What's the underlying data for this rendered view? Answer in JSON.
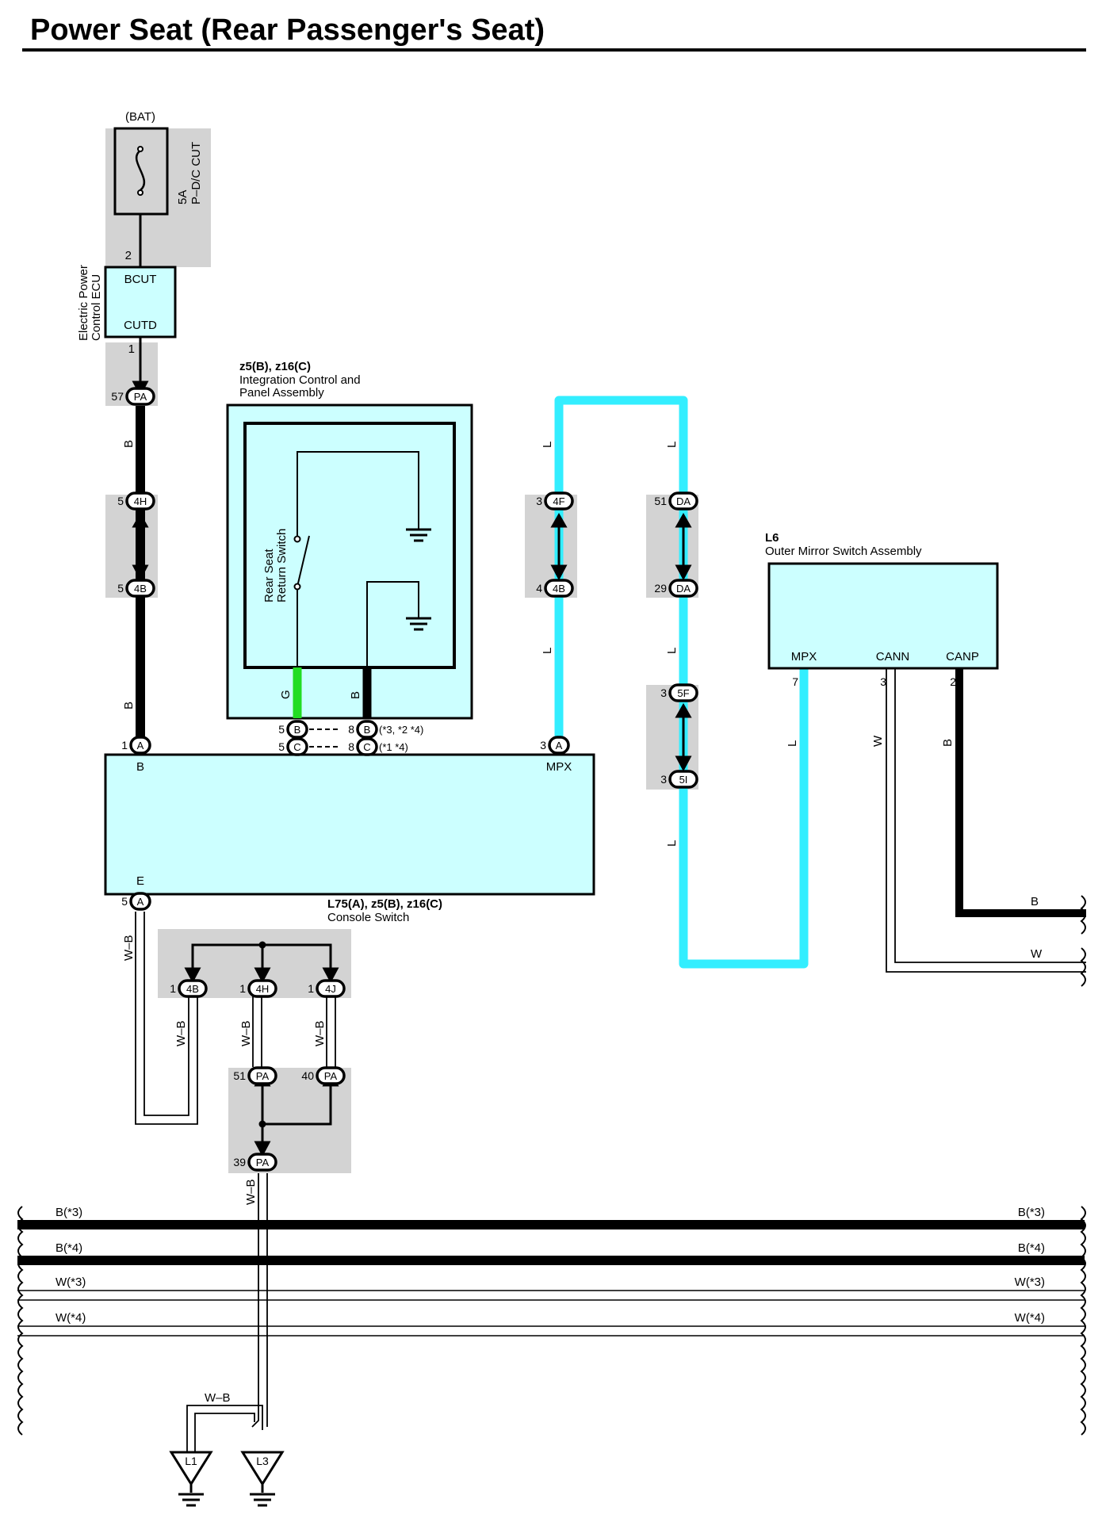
{
  "title": "Power Seat (Rear Passenger's Seat)",
  "fuse": {
    "source": "(BAT)",
    "rating": "5A",
    "name": "P–D/C CUT"
  },
  "ecu": {
    "name_line1": "Electric Power",
    "name_line2": "Control ECU",
    "pin_top_label": "BCUT",
    "pin_bottom_label": "CUTD",
    "pin_top_number": "2",
    "pin_bottom_number": "1"
  },
  "integration_panel": {
    "code": "z5(B), z16(C)",
    "name_line1": "Integration Control and",
    "name_line2": "Panel Assembly",
    "switch_line1": "Rear Seat",
    "switch_line2": "Return Switch",
    "wire_left": "G",
    "wire_right": "B"
  },
  "console_switch": {
    "code": "L75(A), z5(B), z16(C)",
    "name": "Console Switch",
    "terminal_b": "B",
    "terminal_mpx": "MPX",
    "terminal_e": "E",
    "pin_b": "1",
    "pin_e": "5",
    "pin_mpx": "3"
  },
  "mirror_switch": {
    "code": "L6",
    "name": "Outer Mirror Switch Assembly",
    "terminals": [
      "MPX",
      "CANN",
      "CANP"
    ],
    "pins": [
      "7",
      "3",
      "2"
    ]
  },
  "connectors": {
    "pa57": {
      "num": "57",
      "id": "PA"
    },
    "c4h": {
      "num": "5",
      "id": "4H"
    },
    "c4b": {
      "num": "5",
      "id": "4B"
    },
    "cA1": {
      "num": "1",
      "id": "A"
    },
    "cB5": {
      "num": "5",
      "id": "B"
    },
    "cC5": {
      "num": "5",
      "id": "C"
    },
    "cB8": {
      "num": "8",
      "id": "B"
    },
    "cC8": {
      "num": "8",
      "id": "C"
    },
    "cA3": {
      "num": "3",
      "id": "A"
    },
    "cA5": {
      "num": "5",
      "id": "A"
    },
    "c4f3": {
      "num": "3",
      "id": "4F"
    },
    "c4b4": {
      "num": "4",
      "id": "4B"
    },
    "da51": {
      "num": "51",
      "id": "DA"
    },
    "da29": {
      "num": "29",
      "id": "DA"
    },
    "c5f": {
      "num": "3",
      "id": "5F"
    },
    "c5i": {
      "num": "3",
      "id": "5I"
    },
    "j4b": {
      "num": "1",
      "id": "4B"
    },
    "j4h": {
      "num": "1",
      "id": "4H"
    },
    "j4j": {
      "num": "1",
      "id": "4J"
    },
    "pa51": {
      "num": "51",
      "id": "PA"
    },
    "pa40": {
      "num": "40",
      "id": "PA"
    },
    "pa39": {
      "num": "39",
      "id": "PA"
    }
  },
  "notes": {
    "b_note": "(*3, *2 *4)",
    "c_note": "(*1 *4)"
  },
  "wires": {
    "b": "B",
    "l": "L",
    "w": "W",
    "g": "G",
    "wb": "W–B"
  },
  "buses": [
    {
      "label": "B(*3)",
      "color": "#000000"
    },
    {
      "label": "B(*4)",
      "color": "#000000"
    },
    {
      "label": "W(*3)",
      "color": "#ffffff"
    },
    {
      "label": "W(*4)",
      "color": "#ffffff"
    }
  ],
  "grounds": [
    "L1",
    "L3"
  ],
  "colors": {
    "component_fill": "#ccffff",
    "connector_shade": "#d3d3d3",
    "wire_black": "#000000",
    "wire_cyan": "#33eeff",
    "wire_green": "#22dd22"
  }
}
